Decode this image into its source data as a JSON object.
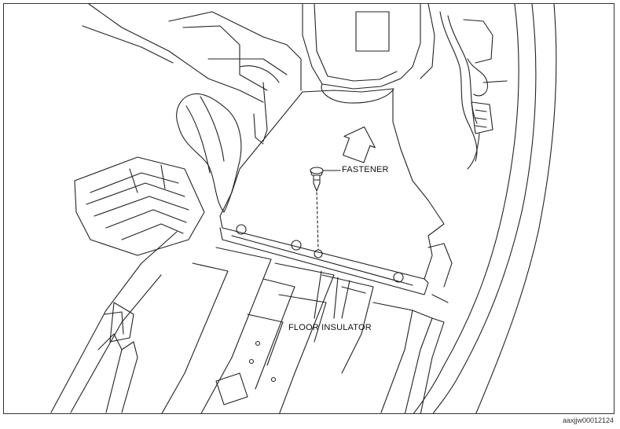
{
  "labels": {
    "fastener": "FASTENER",
    "floor_insulator": "FLOOR INSULATOR"
  },
  "image_id": "aaxjjw00012124",
  "colors": {
    "line": "#222222",
    "background": "#ffffff"
  }
}
